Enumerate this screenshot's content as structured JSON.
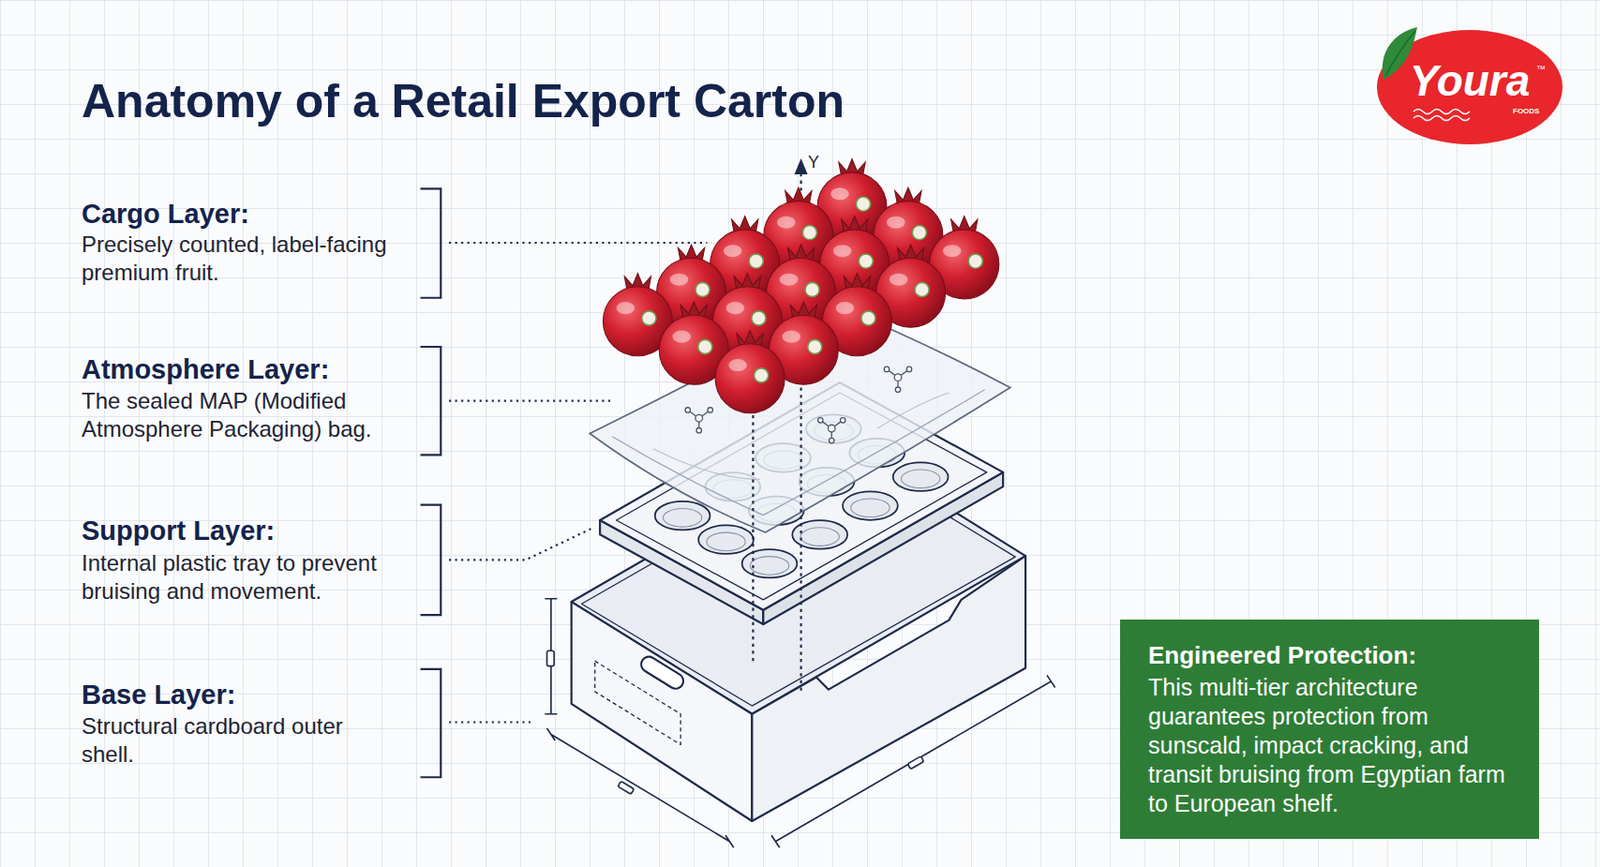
{
  "diagram": {
    "title": "Anatomy of a Retail Export Carton",
    "nodes": [
      {
        "text": [
          "Youra",
          "™",
          "FOODS"
        ]
      },
      {
        "text": [
          "Engineered Protection:",
          "This multi-tier architecture guarantees protection from sunscald, impact cracking, and transit bruising from Egyptian farm to European shelf."
        ]
      }
    ],
    "labels": [
      "Cargo Layer:",
      "Precisely counted, label-facing premium fruit.",
      "Atmosphere Layer:",
      "The sealed MAP (Modified Atmosphere Packaging) bag.",
      "Support Layer:",
      "Internal plastic tray to prevent bruising and movement.",
      "Base Layer:",
      "Structural cardboard outer shell.",
      "Y"
    ]
  }
}
